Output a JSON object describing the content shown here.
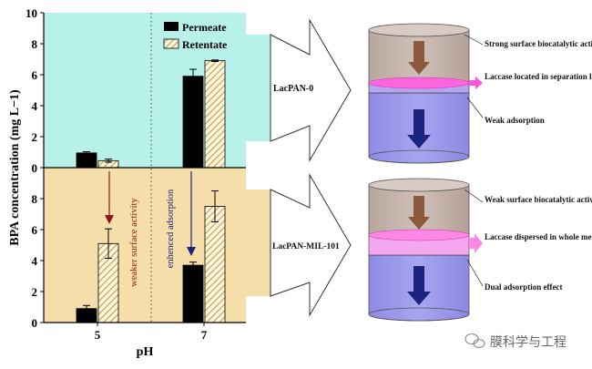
{
  "chart_data": {
    "type": "bar",
    "title": "",
    "ylabel": "BPA concentration (mg L−1)",
    "xlabel": "pH",
    "x_ticks": [
      "5",
      "7"
    ],
    "ylim": [
      0,
      10
    ],
    "y_ticks": [
      0,
      2,
      4,
      6,
      8,
      10
    ],
    "ylim_lower": [
      0,
      10
    ],
    "y_ticks_lower": [
      0,
      2,
      4,
      6,
      8
    ],
    "legend": {
      "placement": "top-right",
      "entries": [
        "Permeate",
        "Retentate"
      ]
    },
    "panels": [
      {
        "name": "LacPAN-0",
        "bg_color": "#b8f0ea",
        "categories": [
          "5",
          "7"
        ],
        "series": [
          {
            "name": "Permeate",
            "values": [
              0.95,
              5.9
            ],
            "errors": [
              0.08,
              0.45
            ]
          },
          {
            "name": "Retentate",
            "values": [
              0.45,
              6.9
            ],
            "errors": [
              0.1,
              0.05
            ]
          }
        ]
      },
      {
        "name": "LacPAN-MIL-101",
        "bg_color": "#f5deaa",
        "categories": [
          "5",
          "7"
        ],
        "series": [
          {
            "name": "Permeate",
            "values": [
              0.9,
              3.7
            ],
            "errors": [
              0.2,
              0.2
            ]
          },
          {
            "name": "Retentate",
            "values": [
              5.1,
              7.5
            ],
            "errors": [
              0.95,
              1.0
            ]
          }
        ]
      }
    ],
    "annotations": {
      "left_arrow_label": "weaker surface activity",
      "right_arrow_label": "enhenced adsorption"
    }
  },
  "diagrams": [
    {
      "labels": [
        "Strong surface biocatalytic activity",
        "Laccase located in separation layer",
        "Weak adsorption"
      ]
    },
    {
      "labels": [
        "Weak surface biocatalytic activity",
        "Laccase dispersed in whole membrane",
        "Dual adsorption effect"
      ]
    }
  ],
  "colors": {
    "permeate": "#000000",
    "retentate_hatch": "#c49a34",
    "top_panel": "#b8f0ea",
    "bottom_panel": "#f5deaa",
    "arrow_brown": "#8b5a3c",
    "arrow_blue": "#1a237e",
    "membrane_pink": "#ff55dd",
    "left_text_color": "#8b1a1a",
    "right_text_color": "#1a237e"
  },
  "watermark": {
    "icon": "wechat-icon",
    "text": "膜科学与工程"
  }
}
